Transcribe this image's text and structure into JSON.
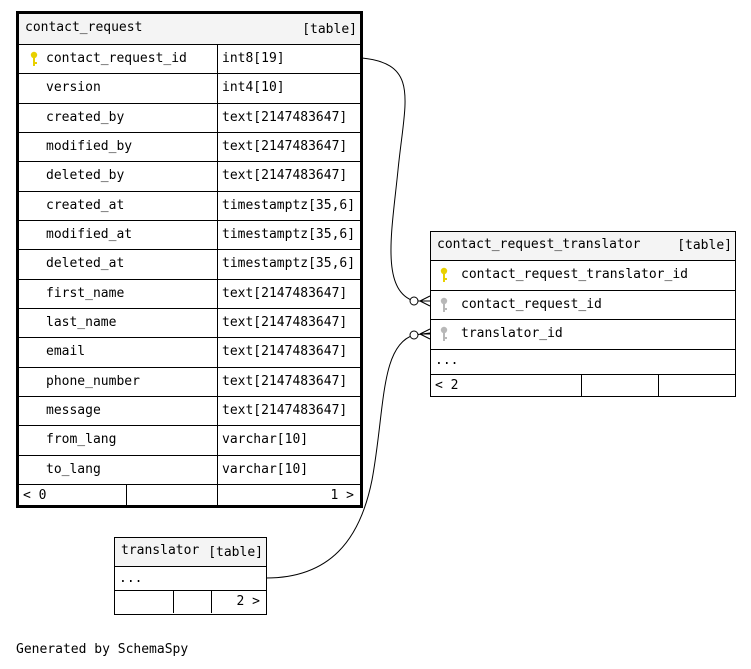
{
  "tables": {
    "contact_request": {
      "name": "contact_request",
      "tag": "[table]",
      "columns": [
        {
          "name": "contact_request_id",
          "type": "int8[19]",
          "key": "primary"
        },
        {
          "name": "version",
          "type": "int4[10]",
          "key": ""
        },
        {
          "name": "created_by",
          "type": "text[2147483647]",
          "key": ""
        },
        {
          "name": "modified_by",
          "type": "text[2147483647]",
          "key": ""
        },
        {
          "name": "deleted_by",
          "type": "text[2147483647]",
          "key": ""
        },
        {
          "name": "created_at",
          "type": "timestamptz[35,6]",
          "key": ""
        },
        {
          "name": "modified_at",
          "type": "timestamptz[35,6]",
          "key": ""
        },
        {
          "name": "deleted_at",
          "type": "timestamptz[35,6]",
          "key": ""
        },
        {
          "name": "first_name",
          "type": "text[2147483647]",
          "key": ""
        },
        {
          "name": "last_name",
          "type": "text[2147483647]",
          "key": ""
        },
        {
          "name": "email",
          "type": "text[2147483647]",
          "key": ""
        },
        {
          "name": "phone_number",
          "type": "text[2147483647]",
          "key": ""
        },
        {
          "name": "message",
          "type": "text[2147483647]",
          "key": ""
        },
        {
          "name": "from_lang",
          "type": "varchar[10]",
          "key": ""
        },
        {
          "name": "to_lang",
          "type": "varchar[10]",
          "key": ""
        }
      ],
      "parents": "< 0",
      "children": "1 >"
    },
    "contact_request_translator": {
      "name": "contact_request_translator",
      "tag": "[table]",
      "columns": [
        {
          "name": "contact_request_translator_id",
          "key": "primary"
        },
        {
          "name": "contact_request_id",
          "key": "foreign"
        },
        {
          "name": "translator_id",
          "key": "foreign"
        }
      ],
      "more": "...",
      "parents": "< 2"
    },
    "translator": {
      "name": "translator",
      "tag": "[table]",
      "more": "...",
      "children": "2 >"
    }
  },
  "colors": {
    "primary_key": "#e8d000",
    "foreign_key": "#b8b8b8",
    "header_bg": "#f4f4f4",
    "line": "#000000"
  },
  "footer": {
    "generated": "Generated by SchemaSpy"
  }
}
